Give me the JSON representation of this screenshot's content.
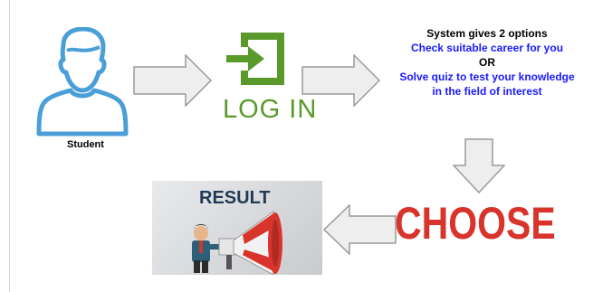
{
  "student": {
    "label": "Student",
    "icon": "user-icon"
  },
  "login": {
    "label": "LOG IN",
    "icon": "login-icon"
  },
  "options": {
    "title": "System gives 2 options",
    "option1": "Check suitable career for you",
    "or": "OR",
    "option2_line1": "Solve quiz to test your knowledge",
    "option2_line2": "in the field of interest"
  },
  "choose": {
    "label": "CHOOSE"
  },
  "result": {
    "label": "RESULT",
    "icon": "megaphone-icon"
  },
  "colors": {
    "user_blue": "#4a9fd8",
    "login_green": "#5a9a2a",
    "option_blue": "#1a1aff",
    "choose_red": "#d9342b",
    "arrow_fill": "#eeeeee",
    "arrow_stroke": "#9a9a9a"
  }
}
